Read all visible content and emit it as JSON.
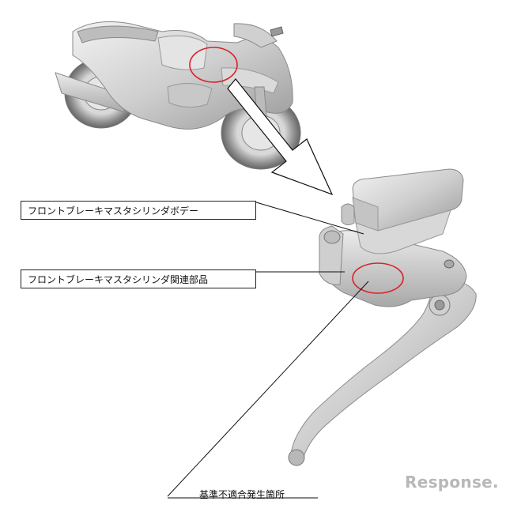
{
  "labels": {
    "master_cylinder_body": "フロントブレーキマスタシリンダボデー",
    "master_cylinder_related_parts": "フロントブレーキマスタシリンダ関連部品",
    "defect_location": "基準不適合発生箇所"
  },
  "watermark": "Response.",
  "colors": {
    "highlight_circle": "#d9232a",
    "line": "#111111",
    "part_fill": "#d4d4d4"
  }
}
